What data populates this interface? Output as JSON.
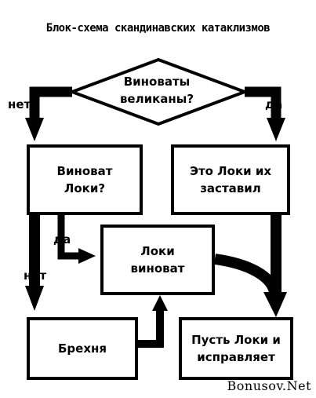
{
  "title": "Блок-схема скандинавских катаклизмов",
  "nodes": {
    "giants_question": "Виноваты\nвеликаны?",
    "loki_question": "Виноват\nЛоки?",
    "loki_made_them": "Это Локи их\nзаставил",
    "loki_guilty": "Локи\nвиноват",
    "nonsense": "Брехня",
    "let_loki_fix": "Пусть Локи и\nисправляет"
  },
  "labels": {
    "no_left": "нет",
    "yes_right": "да",
    "yes_mid": "да",
    "no_bottom": "нет"
  },
  "watermark": "Bonusov.Net"
}
